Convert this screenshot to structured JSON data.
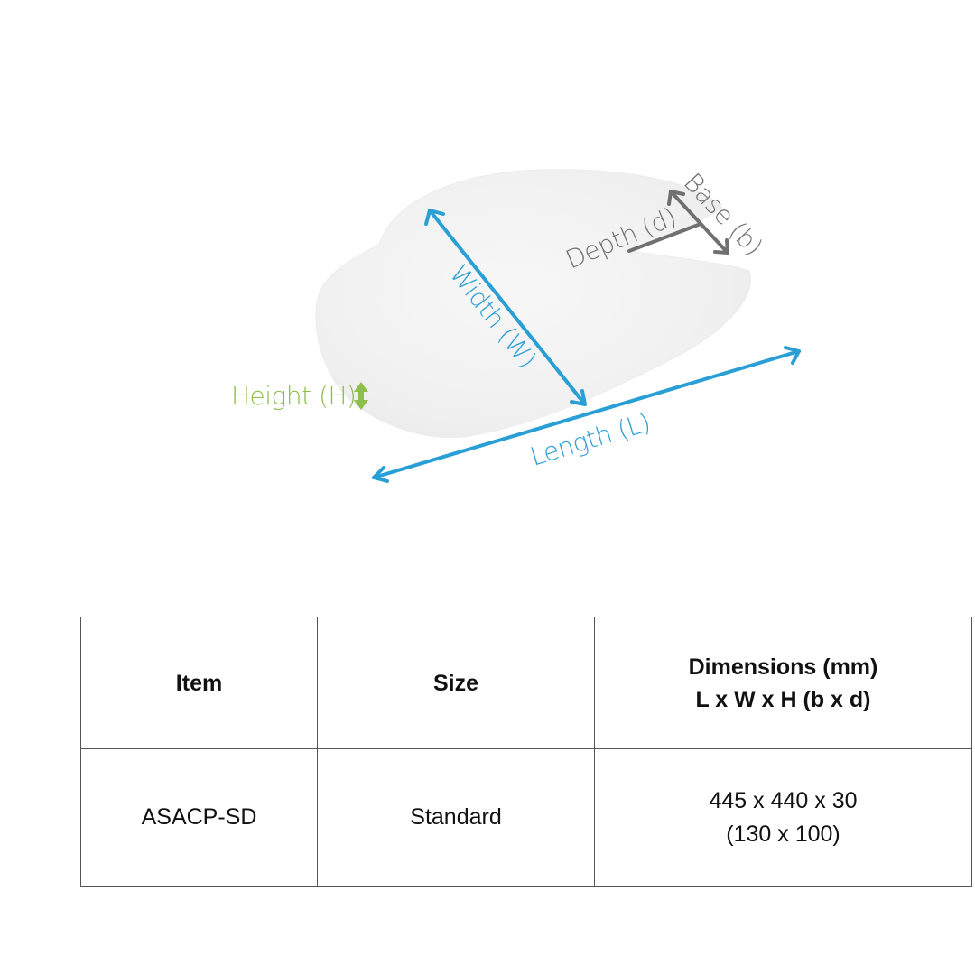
{
  "figure": {
    "labels": {
      "width": "Width (W)",
      "length": "Length (L)",
      "height": "Height (H)",
      "depth": "Depth (d)",
      "base": "Base (b)"
    },
    "colors": {
      "width_length": "#2a9fd6",
      "height": "#8dbf4a",
      "depth_base": "#707070",
      "pad_fill": "#f3f3f3"
    }
  },
  "table": {
    "headers": {
      "item": "Item",
      "size": "Size",
      "dimensions_line1": "Dimensions (mm)",
      "dimensions_line2": "L x W x H (b x d)"
    },
    "rows": [
      {
        "item": "ASACP-SD",
        "size": "Standard",
        "dimensions_line1": "445 x 440 x 30",
        "dimensions_line2": "(130 x 100)"
      }
    ]
  }
}
